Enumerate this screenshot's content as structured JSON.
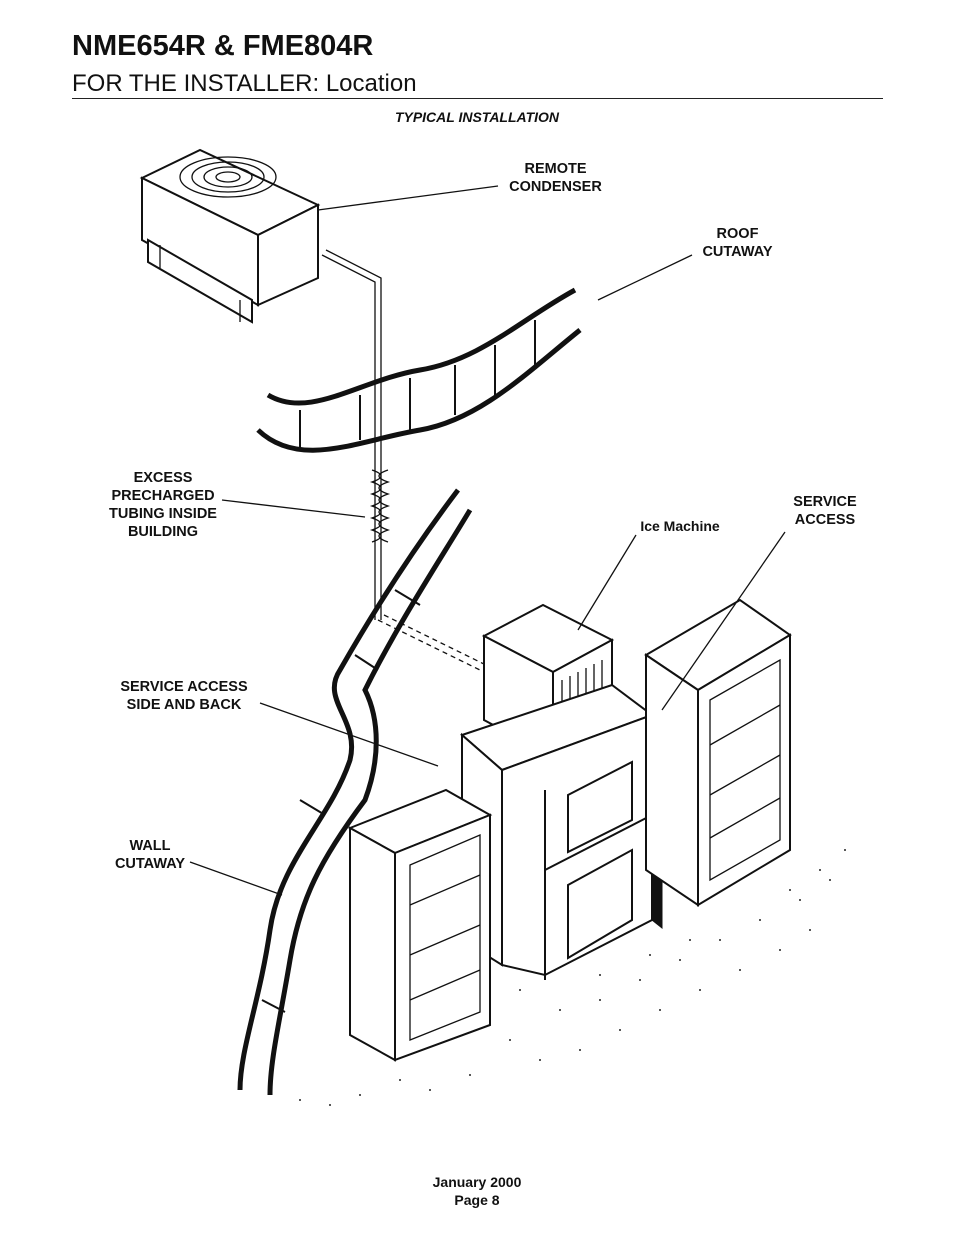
{
  "header": {
    "title": "NME654R & FME804R",
    "subtitle": "FOR THE INSTALLER: Location"
  },
  "figure": {
    "caption": "TYPICAL INSTALLATION",
    "labels": {
      "remote_condenser": "REMOTE\nCONDENSER",
      "roof_cutaway": "ROOF\nCUTAWAY",
      "excess_tubing": "EXCESS\nPRECHARGED\nTUBING INSIDE\nBUILDING",
      "ice_machine": "Ice Machine",
      "service_access": "SERVICE\nACCESS",
      "service_access_side_back": "SERVICE ACCESS\nSIDE  AND BACK",
      "wall_cutaway": "WALL\nCUTAWAY"
    }
  },
  "footer": {
    "date": "January 2000",
    "page": "Page 8"
  }
}
